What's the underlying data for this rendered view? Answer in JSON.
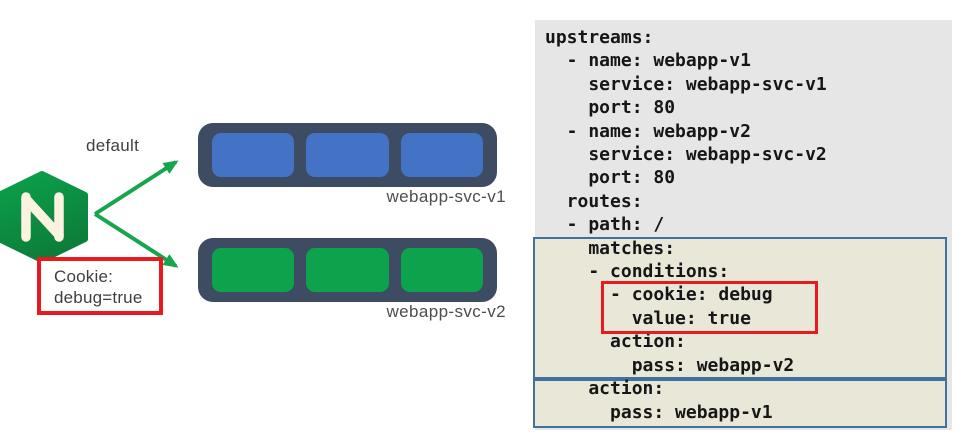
{
  "diagram": {
    "nginx_logo": {
      "letter": "N",
      "green_top": "#0ba24c",
      "green_bottom": "#0c7e3a"
    },
    "default_route_label": "default",
    "cookie_callout": {
      "line1": "Cookie:",
      "line2": "debug=true",
      "border_color": "#e8191f"
    },
    "arrow_color": "#17a54e",
    "container_color": "#3e4c63",
    "services": [
      {
        "label": "webapp-svc-v1",
        "pod_color": "#4472c4",
        "pod_count": 3
      },
      {
        "label": "webapp-svc-v2",
        "pod_color": "#0da24c",
        "pod_count": 3
      }
    ]
  },
  "code": {
    "background": "#e7e6e6",
    "highlight_background": "#e9e7d8",
    "highlight_border": "#41719c",
    "red_box_border": "#e8191f",
    "lines": [
      "upstreams:",
      "  - name: webapp-v1",
      "    service: webapp-svc-v1",
      "    port: 80",
      "  - name: webapp-v2",
      "    service: webapp-svc-v2",
      "    port: 80",
      "  routes:",
      "  - path: /",
      "    matches:",
      "    - conditions:",
      "      - cookie: debug",
      "        value: true",
      "      action:",
      "        pass: webapp-v2",
      "    action:",
      "      pass: webapp-v1"
    ]
  }
}
